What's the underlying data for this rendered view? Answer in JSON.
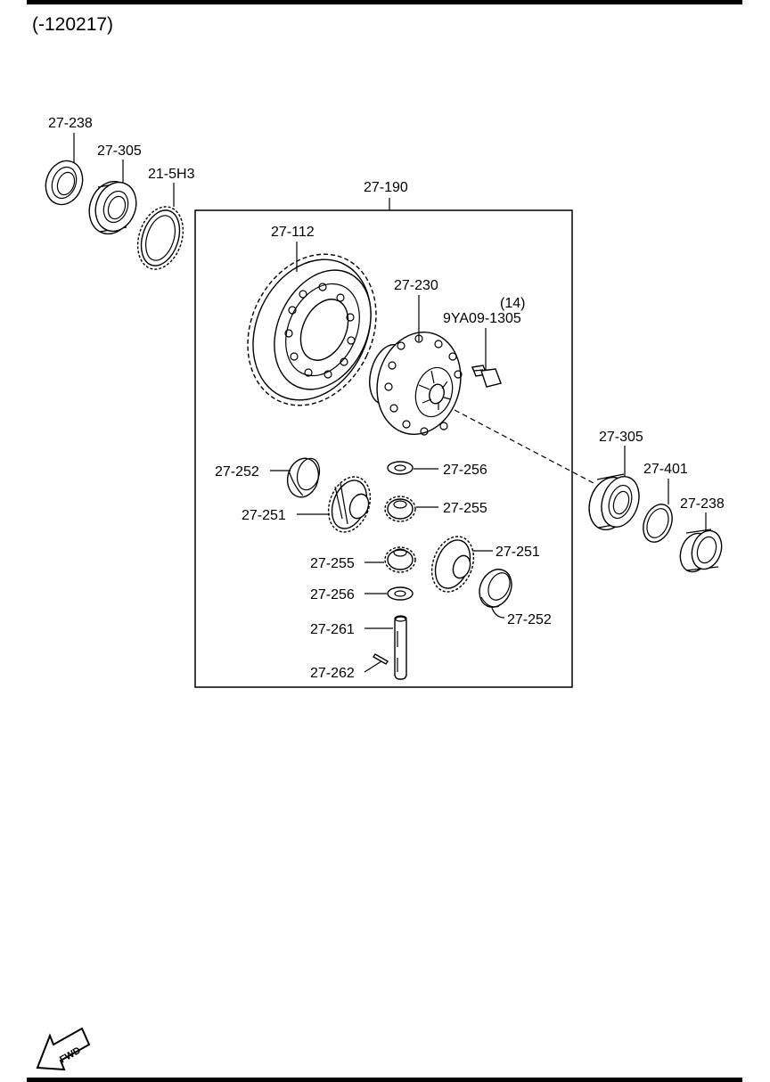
{
  "header": {
    "code": "(-120217)"
  },
  "assembly": {
    "label": "27-190"
  },
  "labels": {
    "bearing_seal_left": "27-238",
    "bearing_left": "27-305",
    "speedo_gear": "21-5H3",
    "ring_gear": "27-112",
    "diff_case": "27-230",
    "bolt_qty": "(14)",
    "bolt_part": "9YA09-1305",
    "bearing_right": "27-305",
    "shim": "27-401",
    "bearing_seal_right": "27-238",
    "thrust_washer_left": "27-252",
    "pinion_washer_top": "27-256",
    "side_gear_left": "27-251",
    "pinion_gear_top": "27-255",
    "side_gear_right": "27-251",
    "pinion_gear_bottom": "27-255",
    "pinion_washer_bottom": "27-256",
    "thrust_washer_right": "27-252",
    "pinion_shaft": "27-261",
    "pin": "27-262"
  },
  "fwd_icon": {
    "text": "FWD"
  }
}
